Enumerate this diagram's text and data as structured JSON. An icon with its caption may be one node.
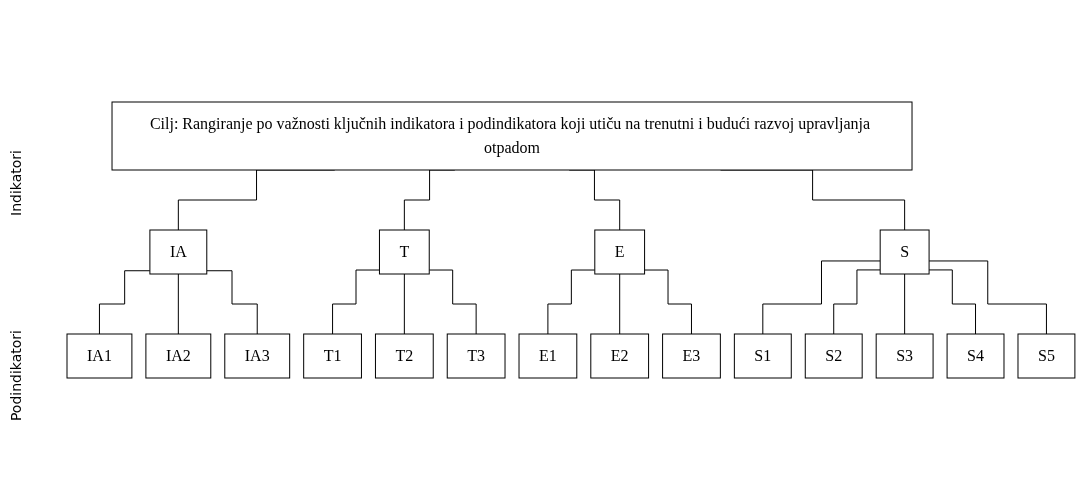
{
  "diagram": {
    "nodes": [
      {
        "text": [
          "Cilj: Rangiranje po važnosti ključnih indikatora i podindikatora koji utiču na trenutni i budući razvoj upravljanja otpadom"
        ]
      },
      {
        "text": [
          "IA"
        ]
      },
      {
        "text": [
          "T"
        ]
      },
      {
        "text": [
          "E"
        ]
      },
      {
        "text": [
          "S"
        ]
      },
      {
        "text": [
          "IA1"
        ]
      },
      {
        "text": [
          "IA2"
        ]
      },
      {
        "text": [
          "IA3"
        ]
      },
      {
        "text": [
          "T1"
        ]
      },
      {
        "text": [
          "T2"
        ]
      },
      {
        "text": [
          "T3"
        ]
      },
      {
        "text": [
          "E1"
        ]
      },
      {
        "text": [
          "E2"
        ]
      },
      {
        "text": [
          "E3"
        ]
      },
      {
        "text": [
          "S1"
        ]
      },
      {
        "text": [
          "S2"
        ]
      },
      {
        "text": [
          "S3"
        ]
      },
      {
        "text": [
          "S4"
        ]
      },
      {
        "text": [
          "S5"
        ]
      }
    ],
    "edges": [
      {
        "from": 0,
        "to": 1,
        "arrow": "none"
      },
      {
        "from": 0,
        "to": 2,
        "arrow": "none"
      },
      {
        "from": 0,
        "to": 3,
        "arrow": "none"
      },
      {
        "from": 0,
        "to": 4,
        "arrow": "none"
      },
      {
        "from": 1,
        "to": 5,
        "arrow": "none"
      },
      {
        "from": 1,
        "to": 6,
        "arrow": "none"
      },
      {
        "from": 1,
        "to": 7,
        "arrow": "none"
      },
      {
        "from": 2,
        "to": 8,
        "arrow": "none"
      },
      {
        "from": 2,
        "to": 9,
        "arrow": "none"
      },
      {
        "from": 2,
        "to": 10,
        "arrow": "none"
      },
      {
        "from": 3,
        "to": 11,
        "arrow": "none"
      },
      {
        "from": 3,
        "to": 12,
        "arrow": "none"
      },
      {
        "from": 3,
        "to": 13,
        "arrow": "none"
      },
      {
        "from": 4,
        "to": 14,
        "arrow": "none"
      },
      {
        "from": 4,
        "to": 15,
        "arrow": "none"
      },
      {
        "from": 4,
        "to": 16,
        "arrow": "none"
      },
      {
        "from": 4,
        "to": 17,
        "arrow": "none"
      },
      {
        "from": 4,
        "to": 18,
        "arrow": "none"
      }
    ],
    "labels": [
      "Indikatori",
      "Podindikatori"
    ]
  }
}
